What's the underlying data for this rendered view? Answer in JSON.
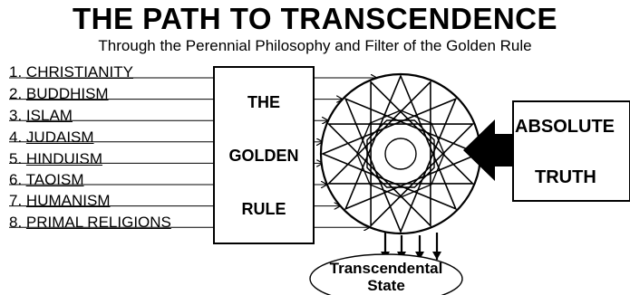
{
  "header": {
    "title": "THE PATH TO TRANSCENDENCE",
    "subtitle": "Through the Perennial Philosophy and Filter of the Golden Rule"
  },
  "religions": [
    {
      "num": "1.",
      "name": "CHRISTIANITY"
    },
    {
      "num": "2.",
      "name": "BUDDHISM"
    },
    {
      "num": "3.",
      "name": "ISLAM"
    },
    {
      "num": "4.",
      "name": "JUDAISM"
    },
    {
      "num": "5.",
      "name": "HINDUISM"
    },
    {
      "num": "6.",
      "name": "TAOISM"
    },
    {
      "num": "7.",
      "name": "HUMANISM"
    },
    {
      "num": "8.",
      "name": "PRIMAL RELIGIONS"
    }
  ],
  "golden_rule_box": {
    "line1": "THE",
    "line2": "GOLDEN",
    "line3": "RULE"
  },
  "truth_box": {
    "line1": "ABSOLUTE",
    "line2": "TRUTH"
  },
  "outcome": {
    "line1": "Transcendental",
    "line2": "State"
  }
}
